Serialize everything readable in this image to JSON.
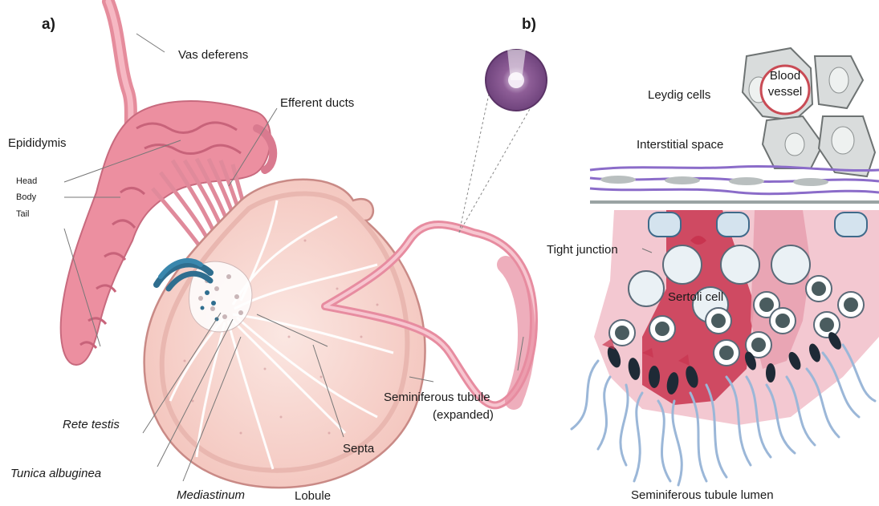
{
  "panel_a": {
    "panel_label": "a)",
    "labels": {
      "vas_deferens": "Vas deferens",
      "efferent_ducts": "Efferent ducts",
      "epididymis": "Epididymis",
      "head": "Head",
      "body": "Body",
      "tail": "Tail",
      "rete_testis": "Rete testis",
      "tunica_albuginea": "Tunica albuginea",
      "mediastinum": "Mediastinum",
      "lobule": "Lobule",
      "septa": "Septa",
      "seminiferous_tubule_line1": "Seminiferous tubule",
      "seminiferous_tubule_line2": "(expanded)"
    }
  },
  "panel_b": {
    "panel_label": "b)",
    "labels": {
      "leydig_cells": "Leydig cells",
      "blood_line1": "Blood",
      "blood_line2": "vessel",
      "interstitial_space": "Interstitial space",
      "tight_junction": "Tight junction",
      "sertoli_cell": "Sertoli cell",
      "lumen": "Seminiferous tubule lumen"
    }
  },
  "colors": {
    "tissue_pink": "#f2a6b3",
    "testis_fill": "#f8d6cf",
    "rete_blue": "#2f6e8f",
    "sertoli_red": "#c8344f",
    "flagella_blue": "#9bb7d8",
    "membrane_purple": "#8b6cc9"
  }
}
